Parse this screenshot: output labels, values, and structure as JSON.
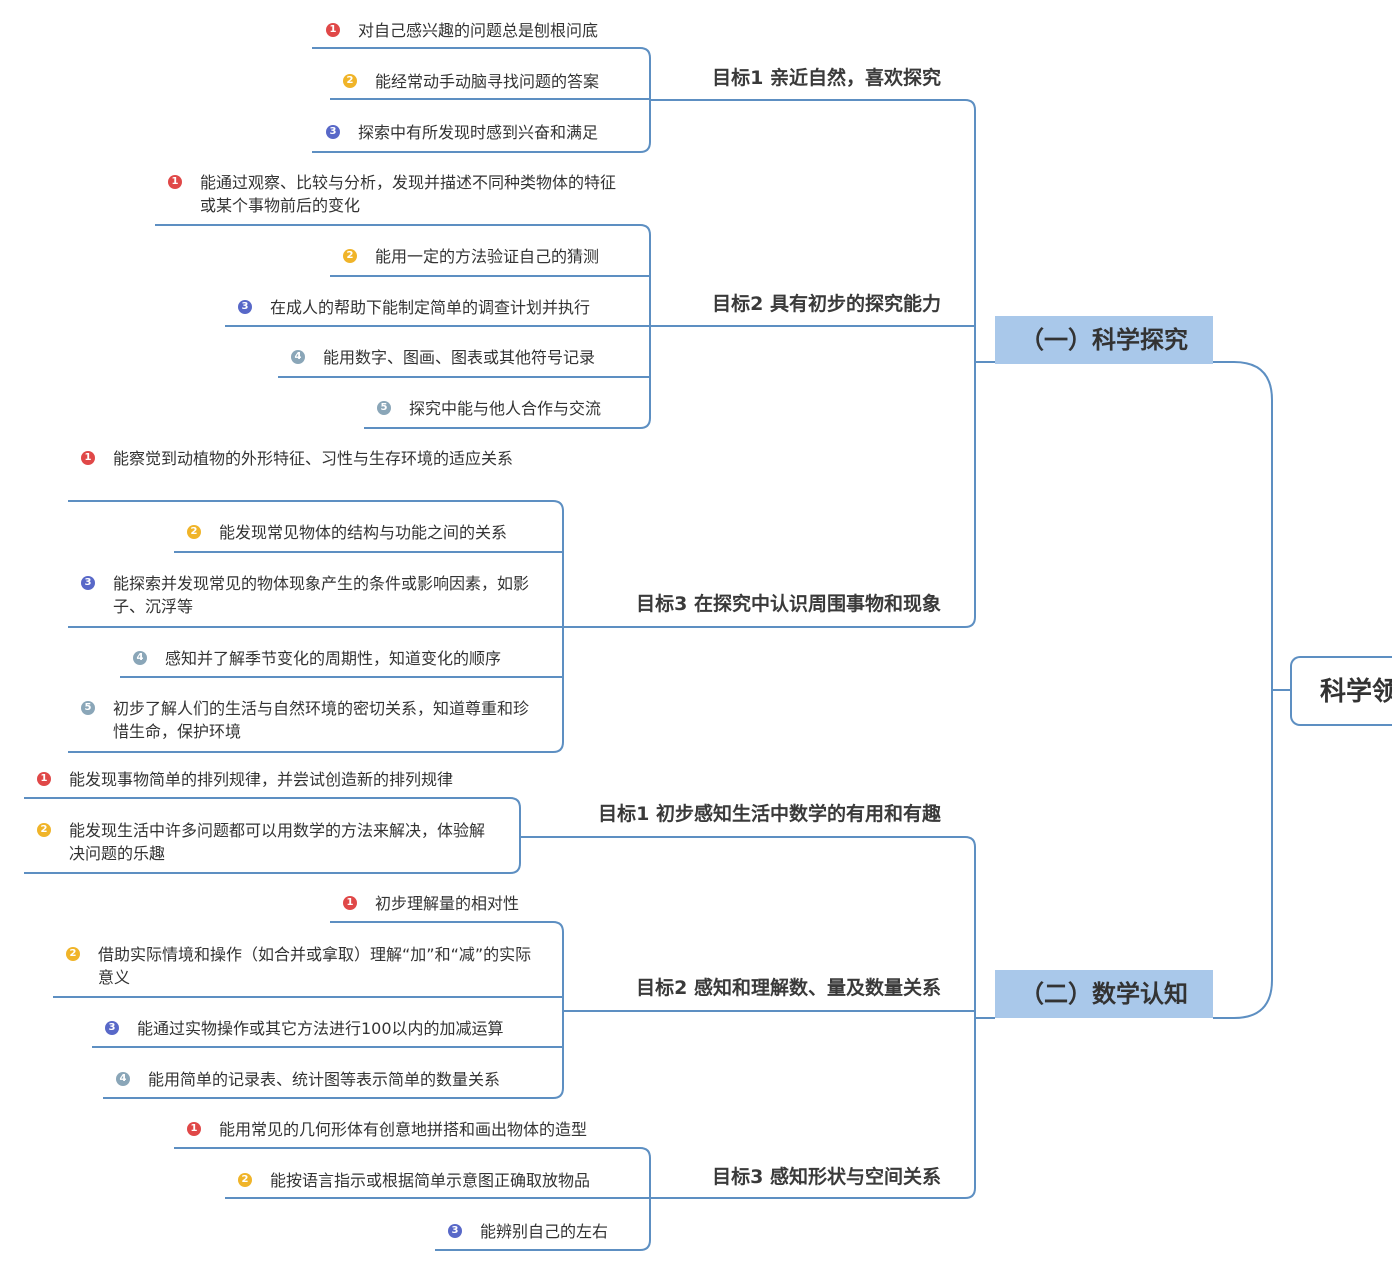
{
  "root": {
    "label": "科学领"
  },
  "colors": {
    "line": "#5d8fc2",
    "category_fill": "#a9c8ea",
    "badge": [
      "#e04848",
      "#f0b429",
      "#5868c8",
      "#8aa6b8",
      "#8aa6b8"
    ]
  },
  "categories": [
    {
      "label": "（一）科学探究",
      "goals": [
        {
          "label": "目标1 亲近自然，喜欢探究",
          "items": [
            {
              "num": "1",
              "text": "对自己感兴趣的问题总是刨根问底"
            },
            {
              "num": "2",
              "text": "能经常动手动脑寻找问题的答案"
            },
            {
              "num": "3",
              "text": "探索中有所发现时感到兴奋和满足"
            }
          ]
        },
        {
          "label": "目标2 具有初步的探究能力",
          "items": [
            {
              "num": "1",
              "text": "能通过观察、比较与分析，发现并描述不同种类物体的特征或某个事物前后的变化"
            },
            {
              "num": "2",
              "text": "能用一定的方法验证自己的猜测"
            },
            {
              "num": "3",
              "text": "在成人的帮助下能制定简单的调查计划并执行"
            },
            {
              "num": "4",
              "text": "能用数字、图画、图表或其他符号记录"
            },
            {
              "num": "5",
              "text": "探究中能与他人合作与交流"
            }
          ]
        },
        {
          "label": "目标3 在探究中认识周围事物和现象",
          "items": [
            {
              "num": "1",
              "text": "能察觉到动植物的外形特征、习性与生存环境的适应关系"
            },
            {
              "num": "2",
              "text": "能发现常见物体的结构与功能之间的关系"
            },
            {
              "num": "3",
              "text": "能探索并发现常见的物体现象产生的条件或影响因素，如影子、沉浮等"
            },
            {
              "num": "4",
              "text": "感知并了解季节变化的周期性，知道变化的顺序"
            },
            {
              "num": "5",
              "text": "初步了解人们的生活与自然环境的密切关系，知道尊重和珍惜生命，保护环境"
            }
          ]
        }
      ]
    },
    {
      "label": "（二）数学认知",
      "goals": [
        {
          "label": "目标1 初步感知生活中数学的有用和有趣",
          "items": [
            {
              "num": "1",
              "text": "能发现事物简单的排列规律，并尝试创造新的排列规律"
            },
            {
              "num": "2",
              "text": "能发现生活中许多问题都可以用数学的方法来解决，体验解决问题的乐趣"
            }
          ]
        },
        {
          "label": "目标2 感知和理解数、量及数量关系",
          "items": [
            {
              "num": "1",
              "text": "初步理解量的相对性"
            },
            {
              "num": "2",
              "text": "借助实际情境和操作（如合并或拿取）理解“加”和“减”的实际意义"
            },
            {
              "num": "3",
              "text": "能通过实物操作或其它方法进行100以内的加减运算"
            },
            {
              "num": "4",
              "text": "能用简单的记录表、统计图等表示简单的数量关系"
            }
          ]
        },
        {
          "label": "目标3 感知形状与空间关系",
          "items": [
            {
              "num": "1",
              "text": "能用常见的几何形体有创意地拼搭和画出物体的造型"
            },
            {
              "num": "2",
              "text": "能按语言指示或根据简单示意图正确取放物品"
            },
            {
              "num": "3",
              "text": "能辨别自己的左右"
            }
          ]
        }
      ]
    }
  ]
}
